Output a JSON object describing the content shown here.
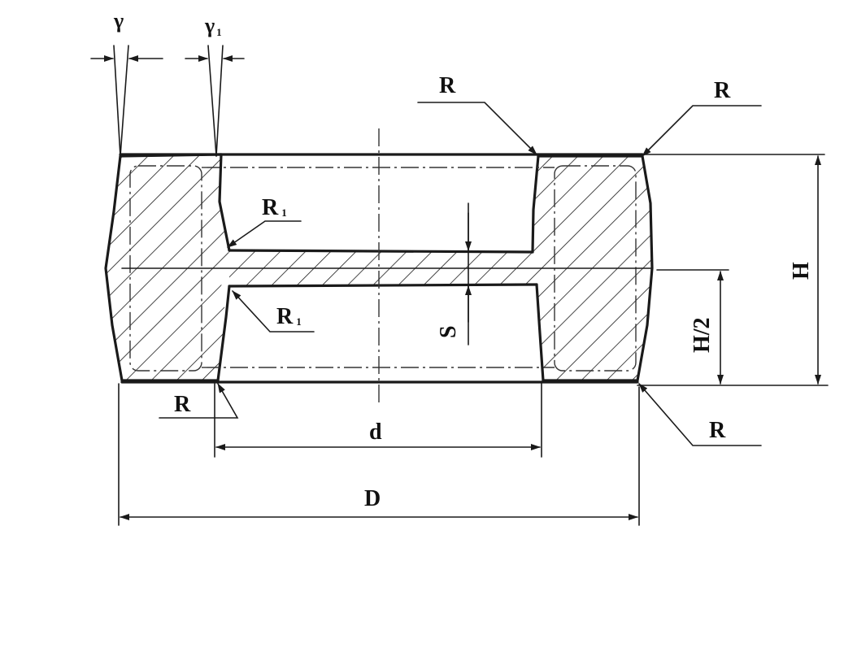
{
  "labels": {
    "gamma": "γ",
    "gamma1": "γ",
    "gamma1_sub": "1",
    "r_top_center": "R",
    "r_top_right": "R",
    "r1_upper": "R",
    "r1_upper_sub": "1",
    "r1_lower": "R",
    "r1_lower_sub": "1",
    "r_bottom_left": "R",
    "r_bottom_right": "R",
    "s": "S",
    "h": "H",
    "h_half": "H/2",
    "d_small": "d",
    "d_large": "D"
  }
}
